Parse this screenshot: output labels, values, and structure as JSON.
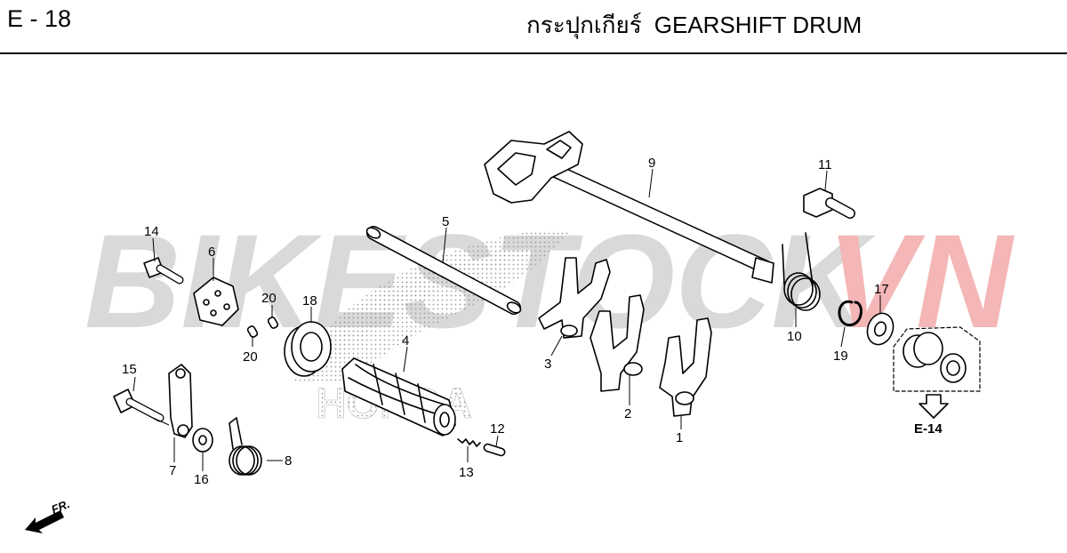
{
  "header": {
    "page_code": "E - 18",
    "title_thai": "กระปุกเกียร์",
    "title_en": "GEARSHIFT DRUM"
  },
  "watermark": {
    "text_gray": "BIKESTOCK",
    "text_red": "VN",
    "gray_color": "#d9d9d9",
    "red_color": "#f4b6b6",
    "emblem_text": "HONDA"
  },
  "callouts": {
    "c1": "1",
    "c2": "2",
    "c3": "3",
    "c4": "4",
    "c5": "5",
    "c6": "6",
    "c7": "7",
    "c8": "8",
    "c9": "9",
    "c10": "10",
    "c11": "11",
    "c12": "12",
    "c13": "13",
    "c14": "14",
    "c15": "15",
    "c16": "16",
    "c17": "17",
    "c18": "18",
    "c19": "19",
    "c20a": "20",
    "c20b": "20"
  },
  "reference": {
    "label": "E-14"
  },
  "direction": {
    "label": "FR."
  },
  "colors": {
    "ink": "#000000",
    "background": "#ffffff"
  }
}
